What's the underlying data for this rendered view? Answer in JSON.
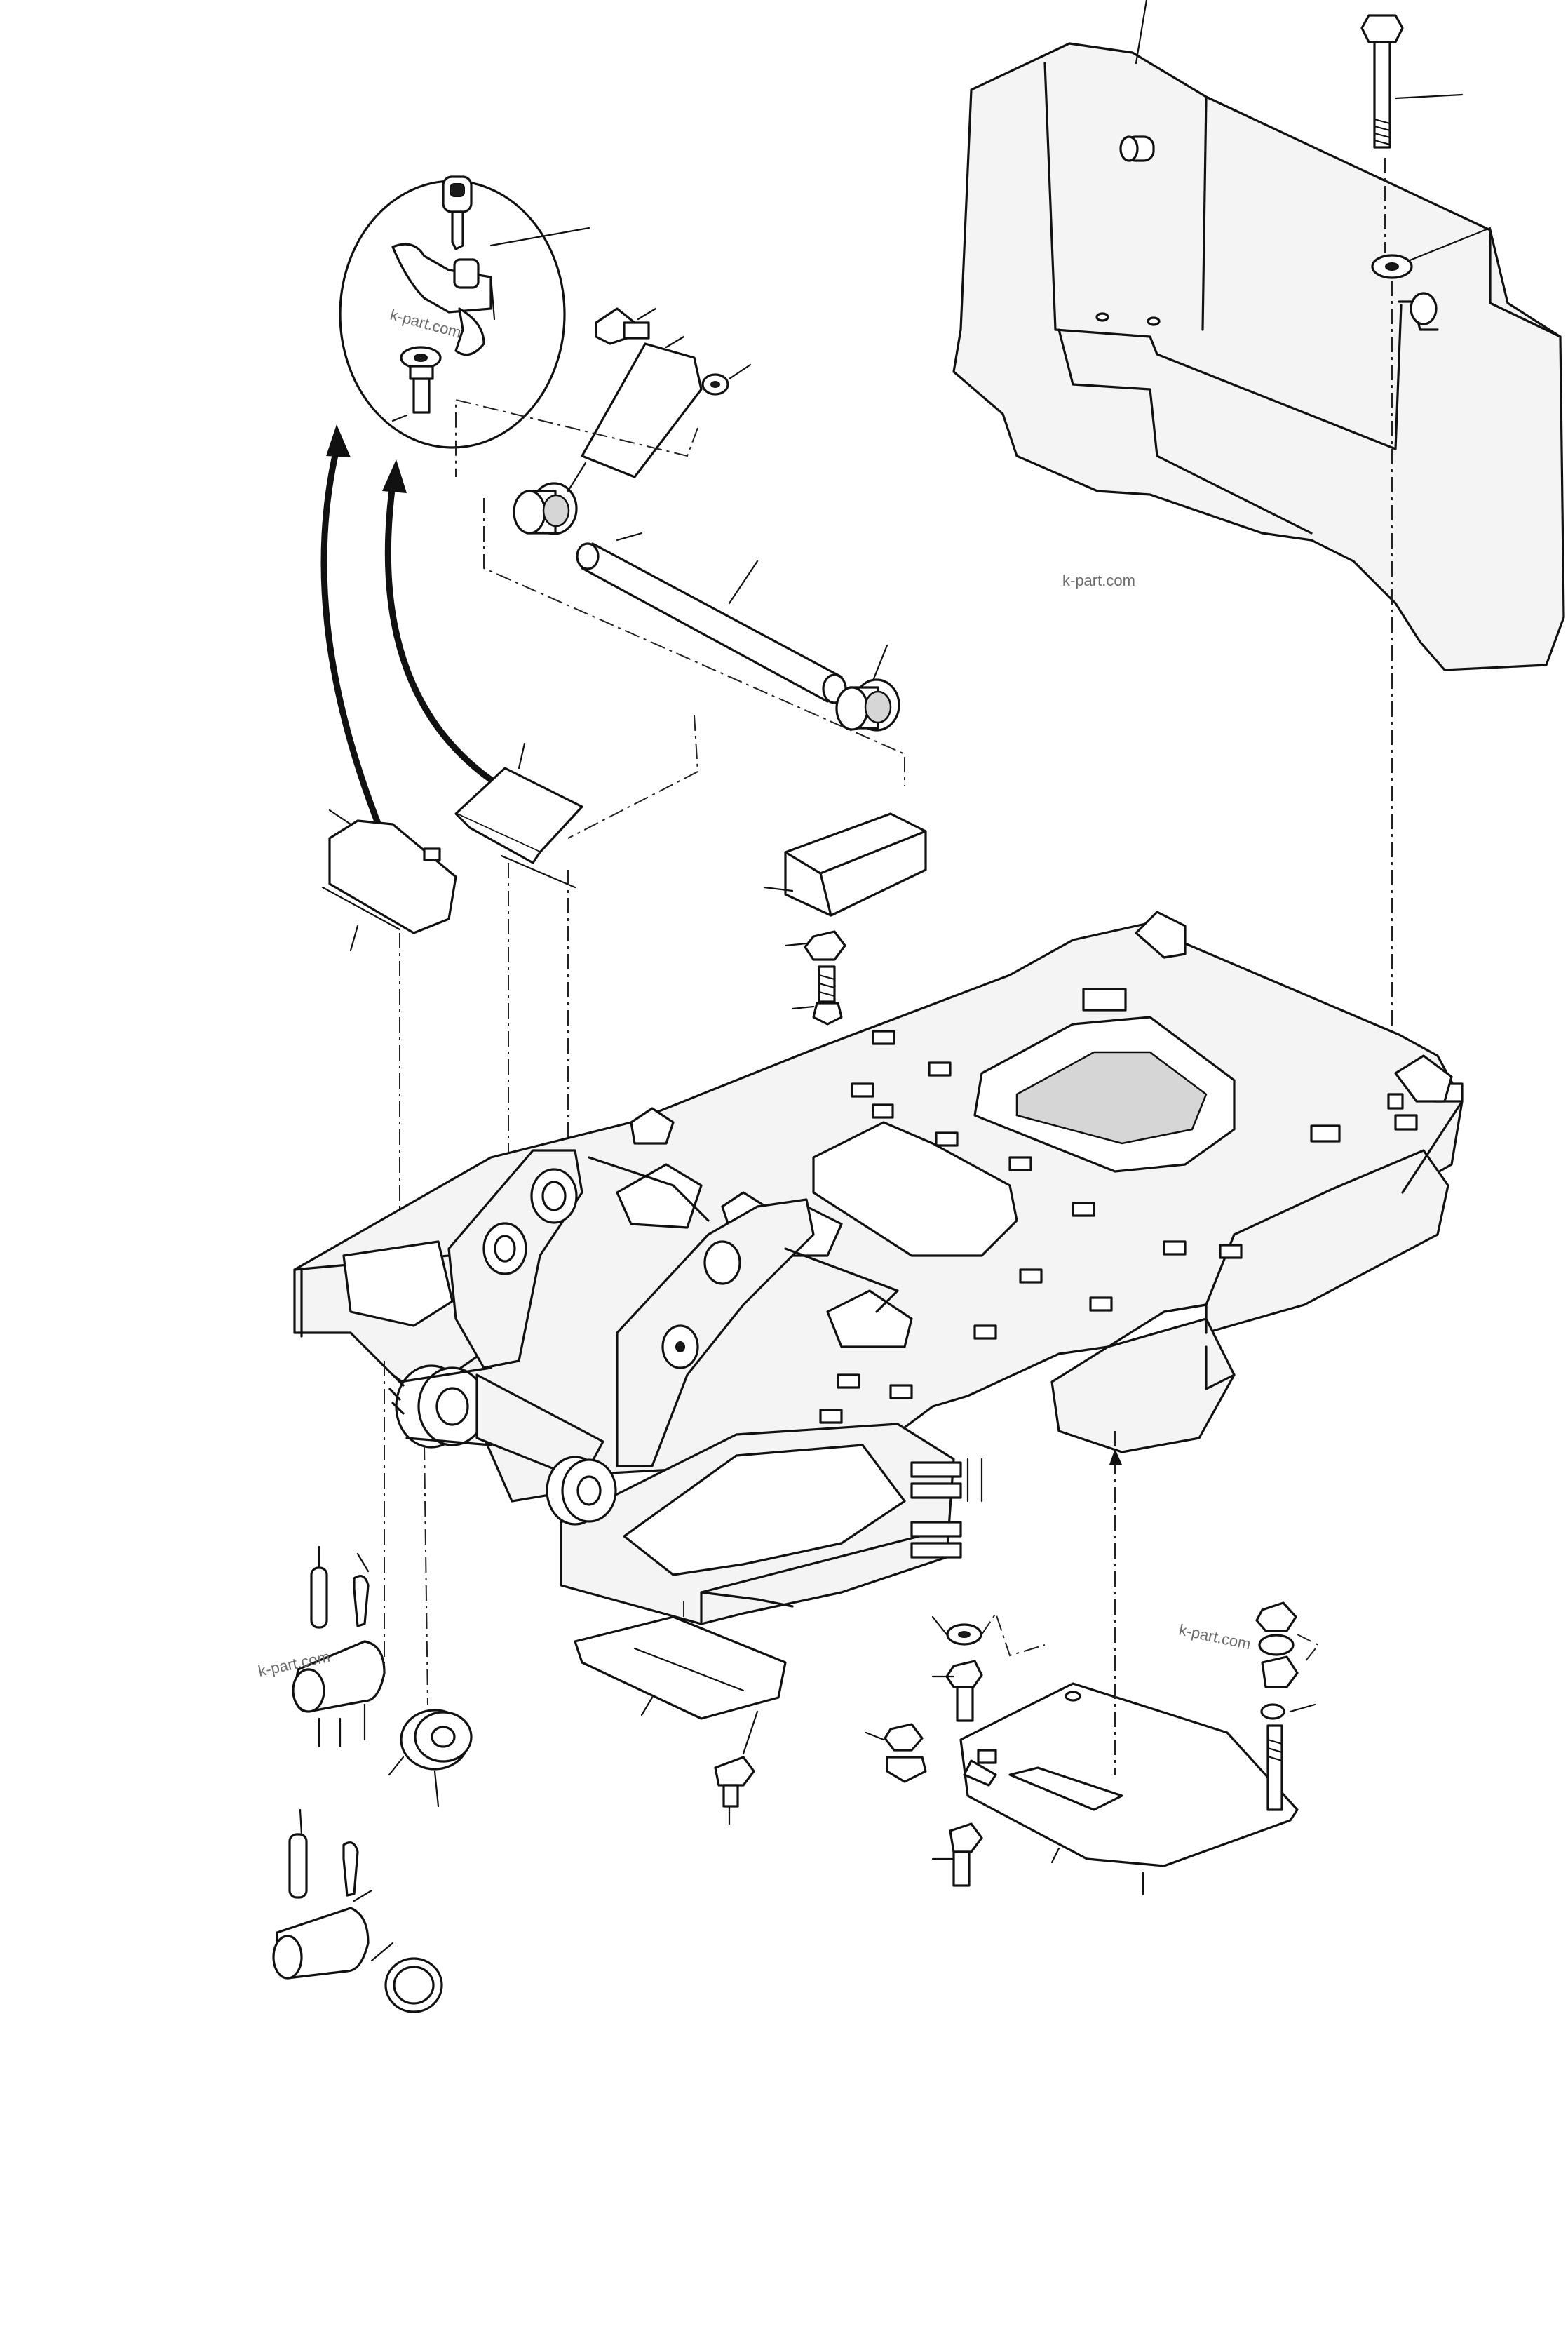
{
  "watermarks": [
    "k-part.com",
    "k-part.com",
    "k-part.com",
    "k-part.com"
  ],
  "colors": {
    "ink": "#111111",
    "paper": "#ffffff",
    "shade": "#f4f4f4"
  }
}
